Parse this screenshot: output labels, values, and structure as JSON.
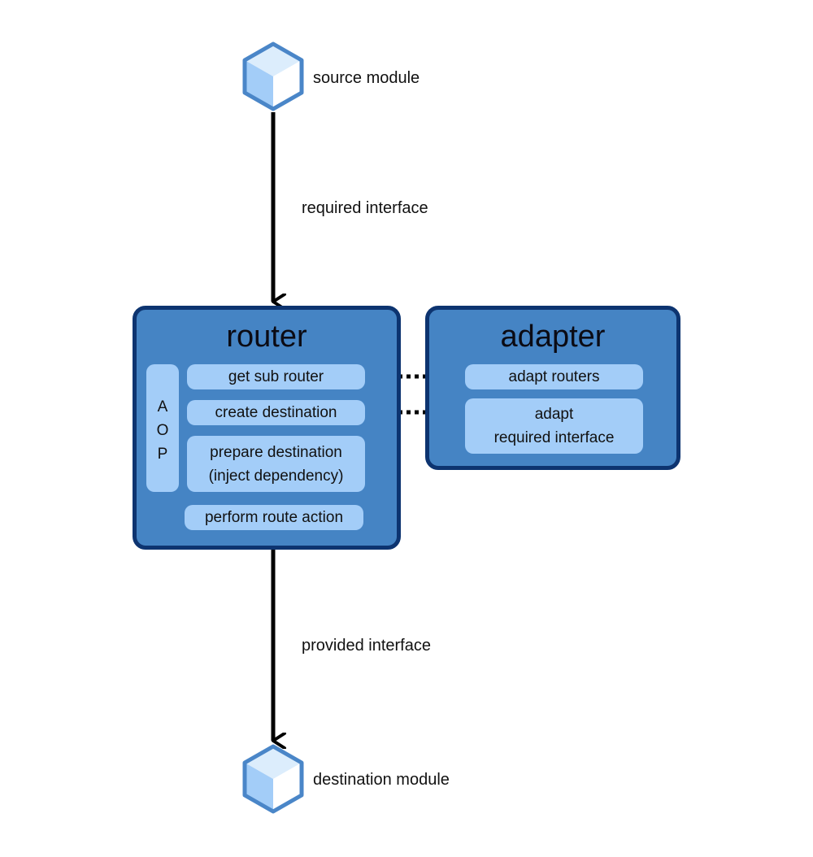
{
  "colors": {
    "box_fill": "#4584c4",
    "box_border": "#0d3470",
    "pill_fill": "#a3cdf8",
    "cube_top": "#dcedfc",
    "cube_left": "#a3cdf8",
    "cube_right": "#ffffff",
    "cube_outline": "#4a86c8",
    "arrow": "#000000"
  },
  "nodes": {
    "source": {
      "label": "source module",
      "icon": "cube-icon"
    },
    "destination": {
      "label": "destination module",
      "icon": "cube-icon"
    }
  },
  "edges": {
    "required": "required interface",
    "provided": "provided interface"
  },
  "router": {
    "title": "router",
    "aop_letters": [
      "A",
      "O",
      "P"
    ],
    "steps": {
      "get_sub_router": "get sub router",
      "create_destination": "create destination",
      "prepare_destination": "prepare destination\n(inject dependency)",
      "perform_route_action": "perform route action"
    }
  },
  "adapter": {
    "title": "adapter",
    "steps": {
      "adapt_routers": "adapt routers",
      "adapt_required_interface": "adapt\nrequired interface"
    }
  }
}
